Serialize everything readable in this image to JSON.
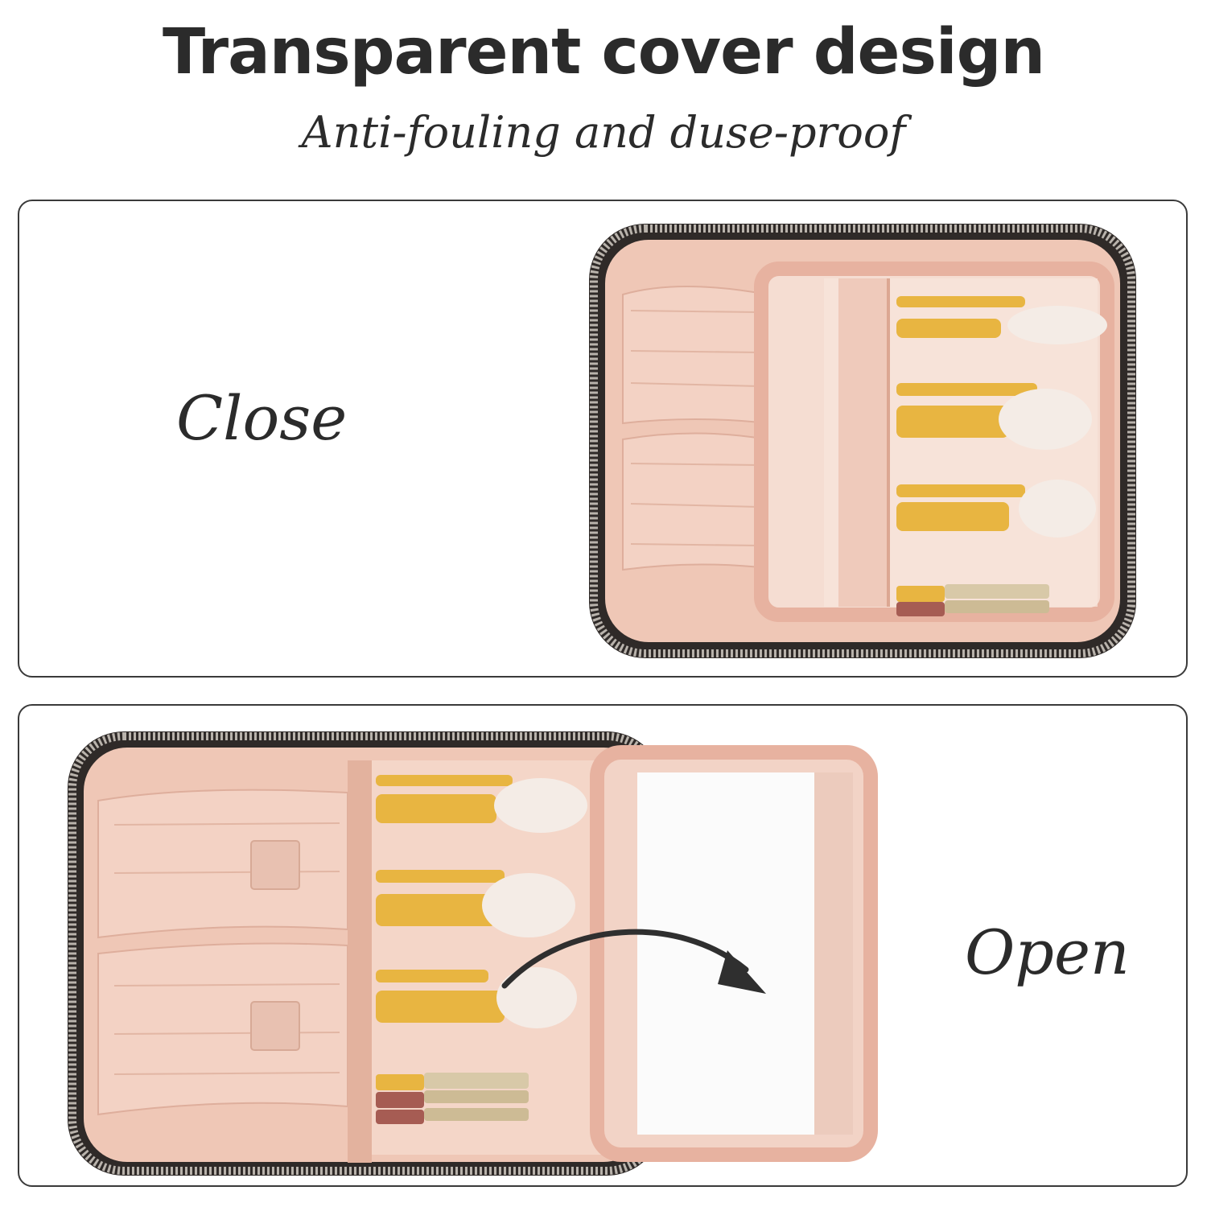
{
  "header": {
    "title": "Transparent cover design",
    "subtitle": "Anti-fouling and duse-proof"
  },
  "panels": {
    "closed": {
      "label": "Close"
    },
    "open": {
      "label": "Open"
    }
  },
  "icons": {
    "closed_illustration": "makeup-bag-closed-illustration",
    "open_illustration": "makeup-bag-open-illustration",
    "arrow": "curved-arrow-icon"
  },
  "colors": {
    "text": "#2b2b2b",
    "lining": "#efc7b6",
    "trim": "#e7b2a0",
    "zipper": "#b9b3ac",
    "brush_handle": "#e8b541",
    "bristles": "#f4ece6"
  }
}
